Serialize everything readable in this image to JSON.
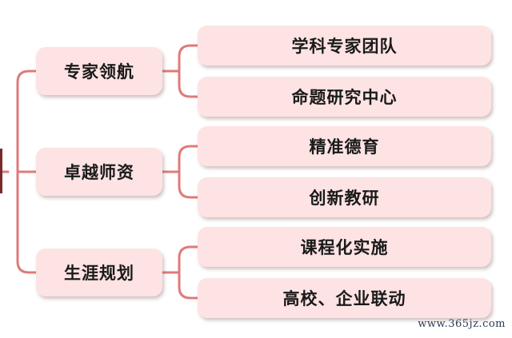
{
  "categories": [
    {
      "label": "专家领航",
      "items": [
        "学科专家团队",
        "命题研究中心"
      ]
    },
    {
      "label": "卓越师资",
      "items": [
        "精准德育",
        "创新教研"
      ]
    },
    {
      "label": "生涯规划",
      "items": [
        "课程化实施",
        "高校、企业联动"
      ]
    }
  ],
  "watermark": "www.365jz.com",
  "colors": {
    "box_fill": "#fde3e3",
    "connector": "#e07a7a",
    "text": "#1a1a1a"
  }
}
